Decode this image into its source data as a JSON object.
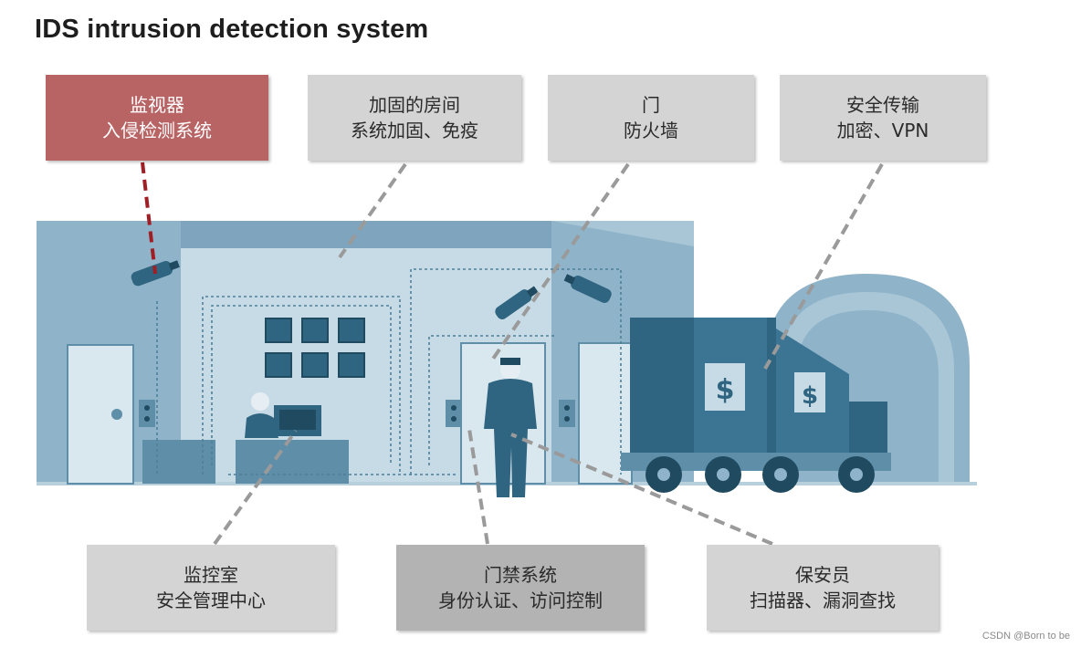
{
  "title": "IDS intrusion detection system",
  "boxes": {
    "monitor": {
      "line1": "监视器",
      "line2": "入侵检测系统",
      "color": "#b86364"
    },
    "hardened_room": {
      "line1": "加固的房间",
      "line2": "系统加固、免疫"
    },
    "door": {
      "line1": "门",
      "line2": "防火墙"
    },
    "secure_transport": {
      "line1": "安全传输",
      "line2": "加密、VPN"
    },
    "control_room": {
      "line1": "监控室",
      "line2": "安全管理中心"
    },
    "access_control": {
      "line1": "门禁系统",
      "line2": "身份认证、访问控制"
    },
    "security_guard": {
      "line1": "保安员",
      "line2": "扫描器、漏洞查找"
    }
  },
  "truck_sign_1": "$",
  "truck_sign_2": "$",
  "watermark": "CSDN @Born to be",
  "colors": {
    "building": "#8fb3c8",
    "building_dark": "#5f8ea8",
    "truck": "#2f6580",
    "connector_red": "#a01e24",
    "connector_gray": "#9a9a9a"
  }
}
